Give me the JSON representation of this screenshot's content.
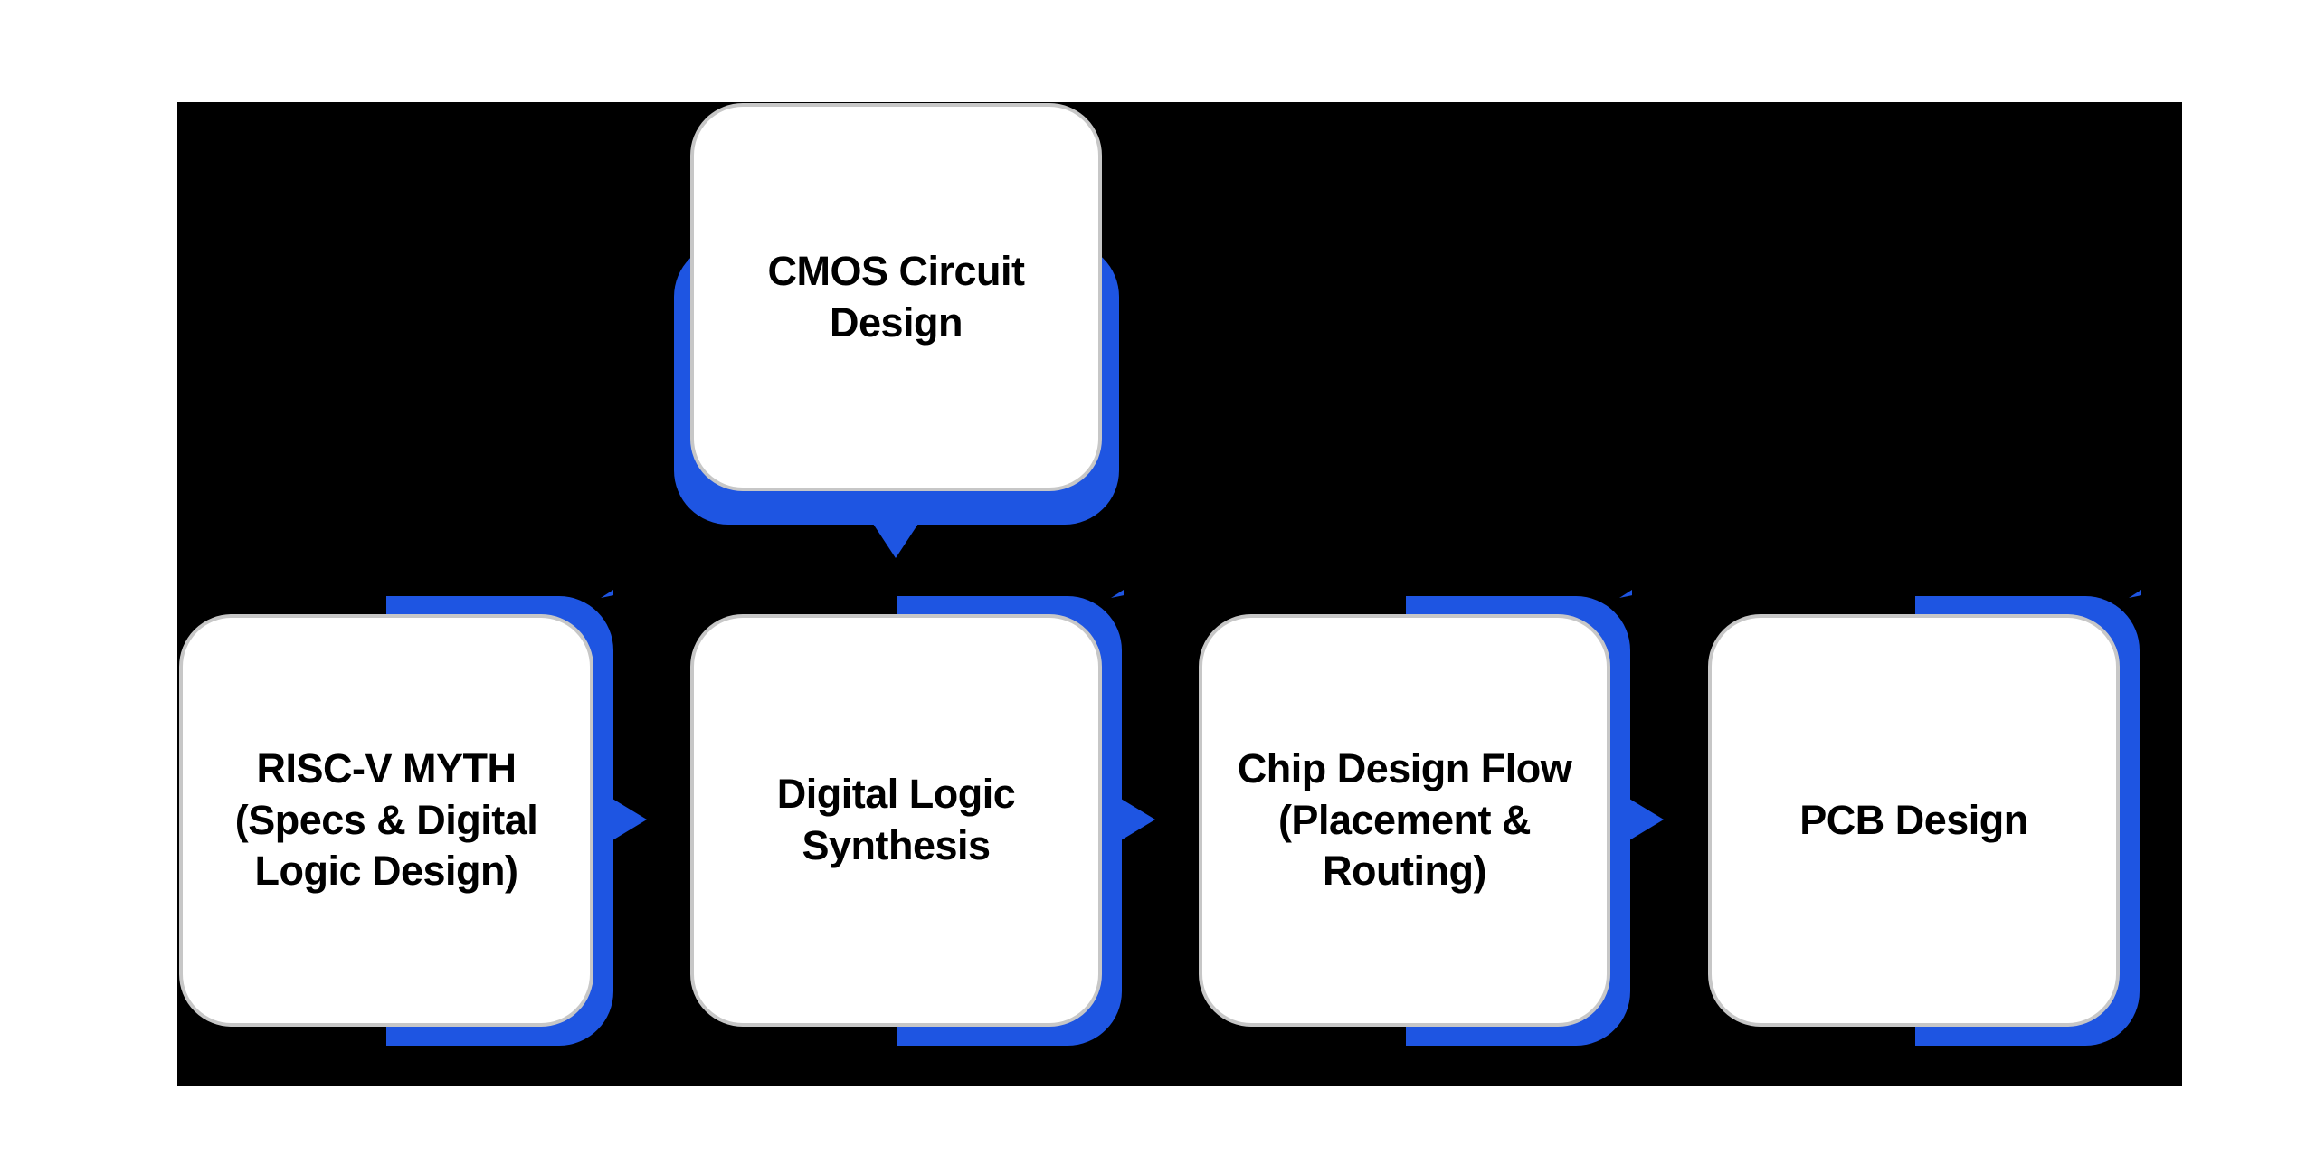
{
  "diagram": {
    "type": "process-flow",
    "nodes": [
      {
        "id": "cmos",
        "label": "CMOS Circuit\nDesign"
      },
      {
        "id": "risc",
        "label": "RISC-V MYTH\n(Specs & Digital\nLogic Design)"
      },
      {
        "id": "dls",
        "label": "Digital Logic\nSynthesis"
      },
      {
        "id": "cdf",
        "label": "Chip Design Flow\n(Placement &\nRouting)"
      },
      {
        "id": "pcb",
        "label": "PCB Design"
      }
    ],
    "connections": [
      {
        "from": "cmos",
        "to": "dls",
        "direction": "down"
      },
      {
        "from": "risc",
        "to": "dls",
        "direction": "right"
      },
      {
        "from": "dls",
        "to": "cdf",
        "direction": "right"
      },
      {
        "from": "cdf",
        "to": "pcb",
        "direction": "right"
      }
    ],
    "colors": {
      "accent": "#1E55E2",
      "panel": "#000000",
      "box_fill": "#FFFFFF",
      "box_border": "#C7C7C7",
      "text": "#000000"
    }
  }
}
